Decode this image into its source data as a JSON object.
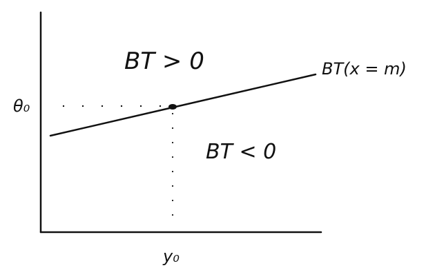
{
  "diagram": {
    "regions": {
      "upper": "BT > 0",
      "lower": "BT < 0"
    },
    "curve_label": "BT(x = m)",
    "y_axis_marker": "θ₀",
    "x_axis_marker": "y₀"
  },
  "colors": {
    "ink": "#111111",
    "background": "#ffffff"
  }
}
